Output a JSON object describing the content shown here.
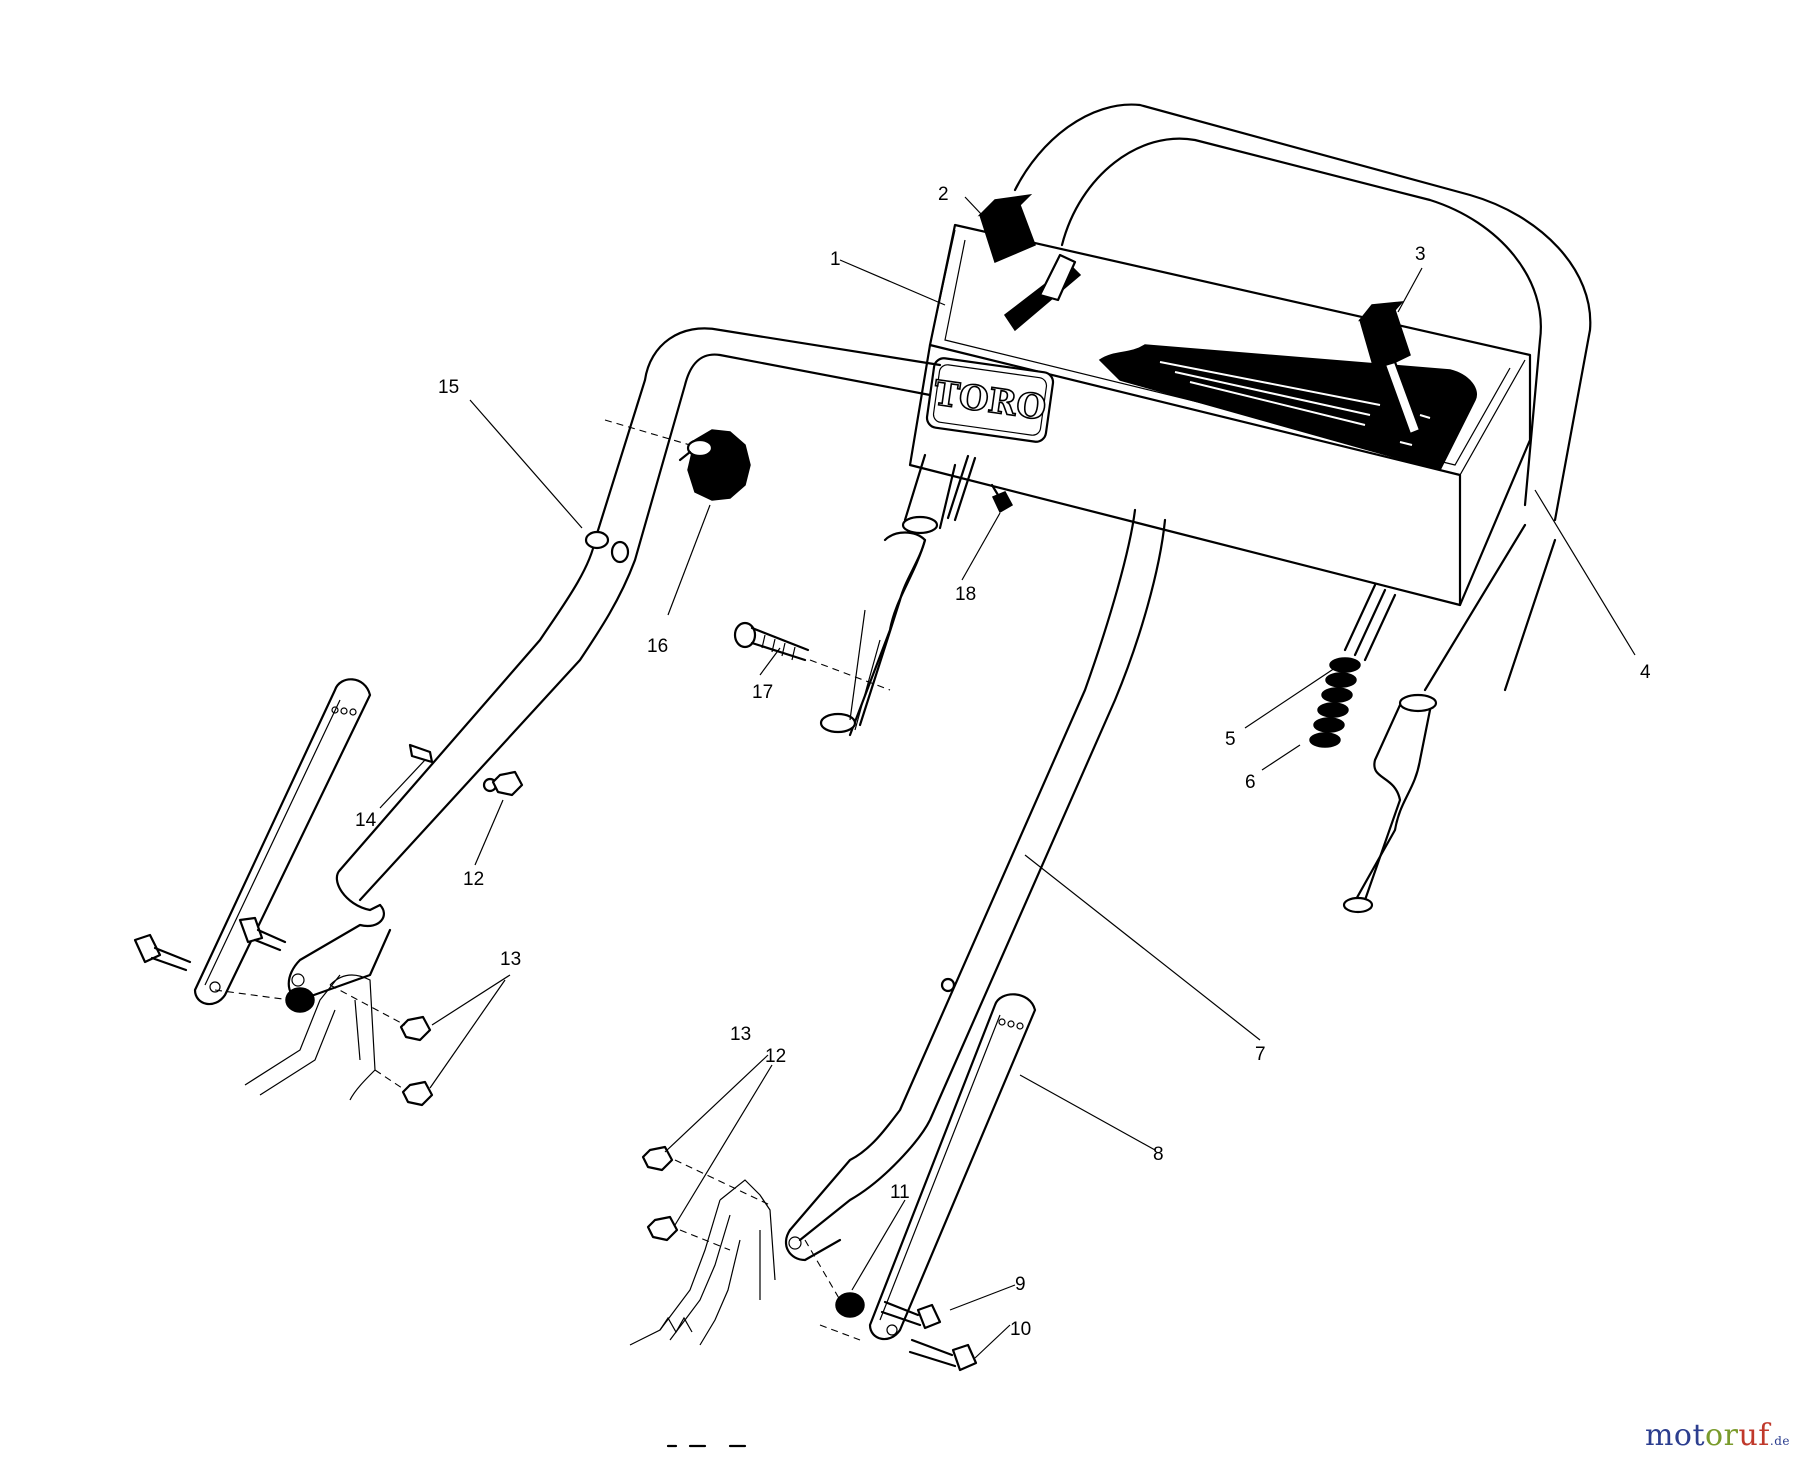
{
  "diagram": {
    "brand_badge": "TORO",
    "callouts": [
      {
        "id": "c1",
        "label": "1"
      },
      {
        "id": "c2",
        "label": "2"
      },
      {
        "id": "c3",
        "label": "3"
      },
      {
        "id": "c4",
        "label": "4"
      },
      {
        "id": "c5",
        "label": "5"
      },
      {
        "id": "c6",
        "label": "6"
      },
      {
        "id": "c7",
        "label": "7"
      },
      {
        "id": "c8",
        "label": "8"
      },
      {
        "id": "c9",
        "label": "9"
      },
      {
        "id": "c10",
        "label": "10"
      },
      {
        "id": "c11",
        "label": "11"
      },
      {
        "id": "c12a",
        "label": "12"
      },
      {
        "id": "c12b",
        "label": "12"
      },
      {
        "id": "c13a",
        "label": "13"
      },
      {
        "id": "c13b",
        "label": "13"
      },
      {
        "id": "c14",
        "label": "14"
      },
      {
        "id": "c15",
        "label": "15"
      },
      {
        "id": "c16",
        "label": "16"
      },
      {
        "id": "c17",
        "label": "17"
      },
      {
        "id": "c18",
        "label": "18"
      }
    ]
  },
  "watermark": {
    "part1": "mot",
    "part2": "or",
    "part3": "uf",
    "tld": ".de"
  }
}
